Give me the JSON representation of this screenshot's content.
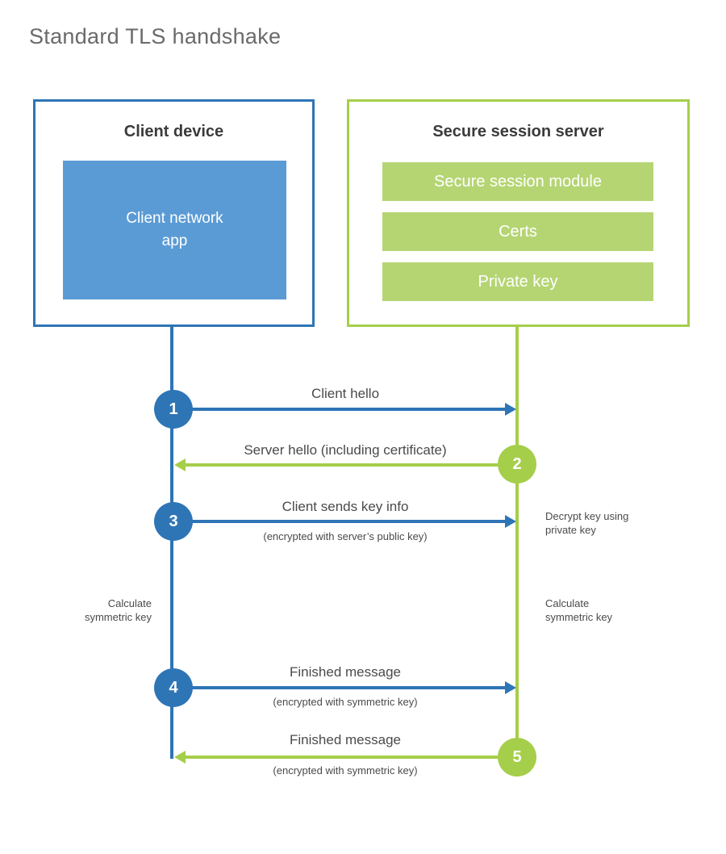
{
  "title": "Standard TLS handshake",
  "client": {
    "title": "Client device",
    "app_label": "Client network\napp"
  },
  "server": {
    "title": "Secure session server",
    "modules": [
      "Secure session module",
      "Certs",
      "Private key"
    ]
  },
  "steps": [
    {
      "num": "1",
      "direction": "client-to-server",
      "label": "Client hello",
      "sublabel": ""
    },
    {
      "num": "2",
      "direction": "server-to-client",
      "label": "Server hello (including certificate)",
      "sublabel": ""
    },
    {
      "num": "3",
      "direction": "client-to-server",
      "label": "Client sends key info",
      "sublabel": "(encrypted with server’s public key)"
    },
    {
      "num": "4",
      "direction": "client-to-server",
      "label": "Finished message",
      "sublabel": "(encrypted with symmetric key)"
    },
    {
      "num": "5",
      "direction": "server-to-client",
      "label": "Finished message",
      "sublabel": "(encrypted with symmetric key)"
    }
  ],
  "notes": {
    "decrypt": "Decrypt key using private key",
    "calc_left": "Calculate symmetric key",
    "calc_right": "Calculate symmetric key"
  },
  "colors": {
    "blue": "#2e75b6",
    "blue_fill": "#5b9bd5",
    "green": "#a5ce4a",
    "green_fill": "#b5d573",
    "text": "#4a4a4a",
    "heading": "#3b3b3b",
    "title": "#6a6a6a"
  }
}
